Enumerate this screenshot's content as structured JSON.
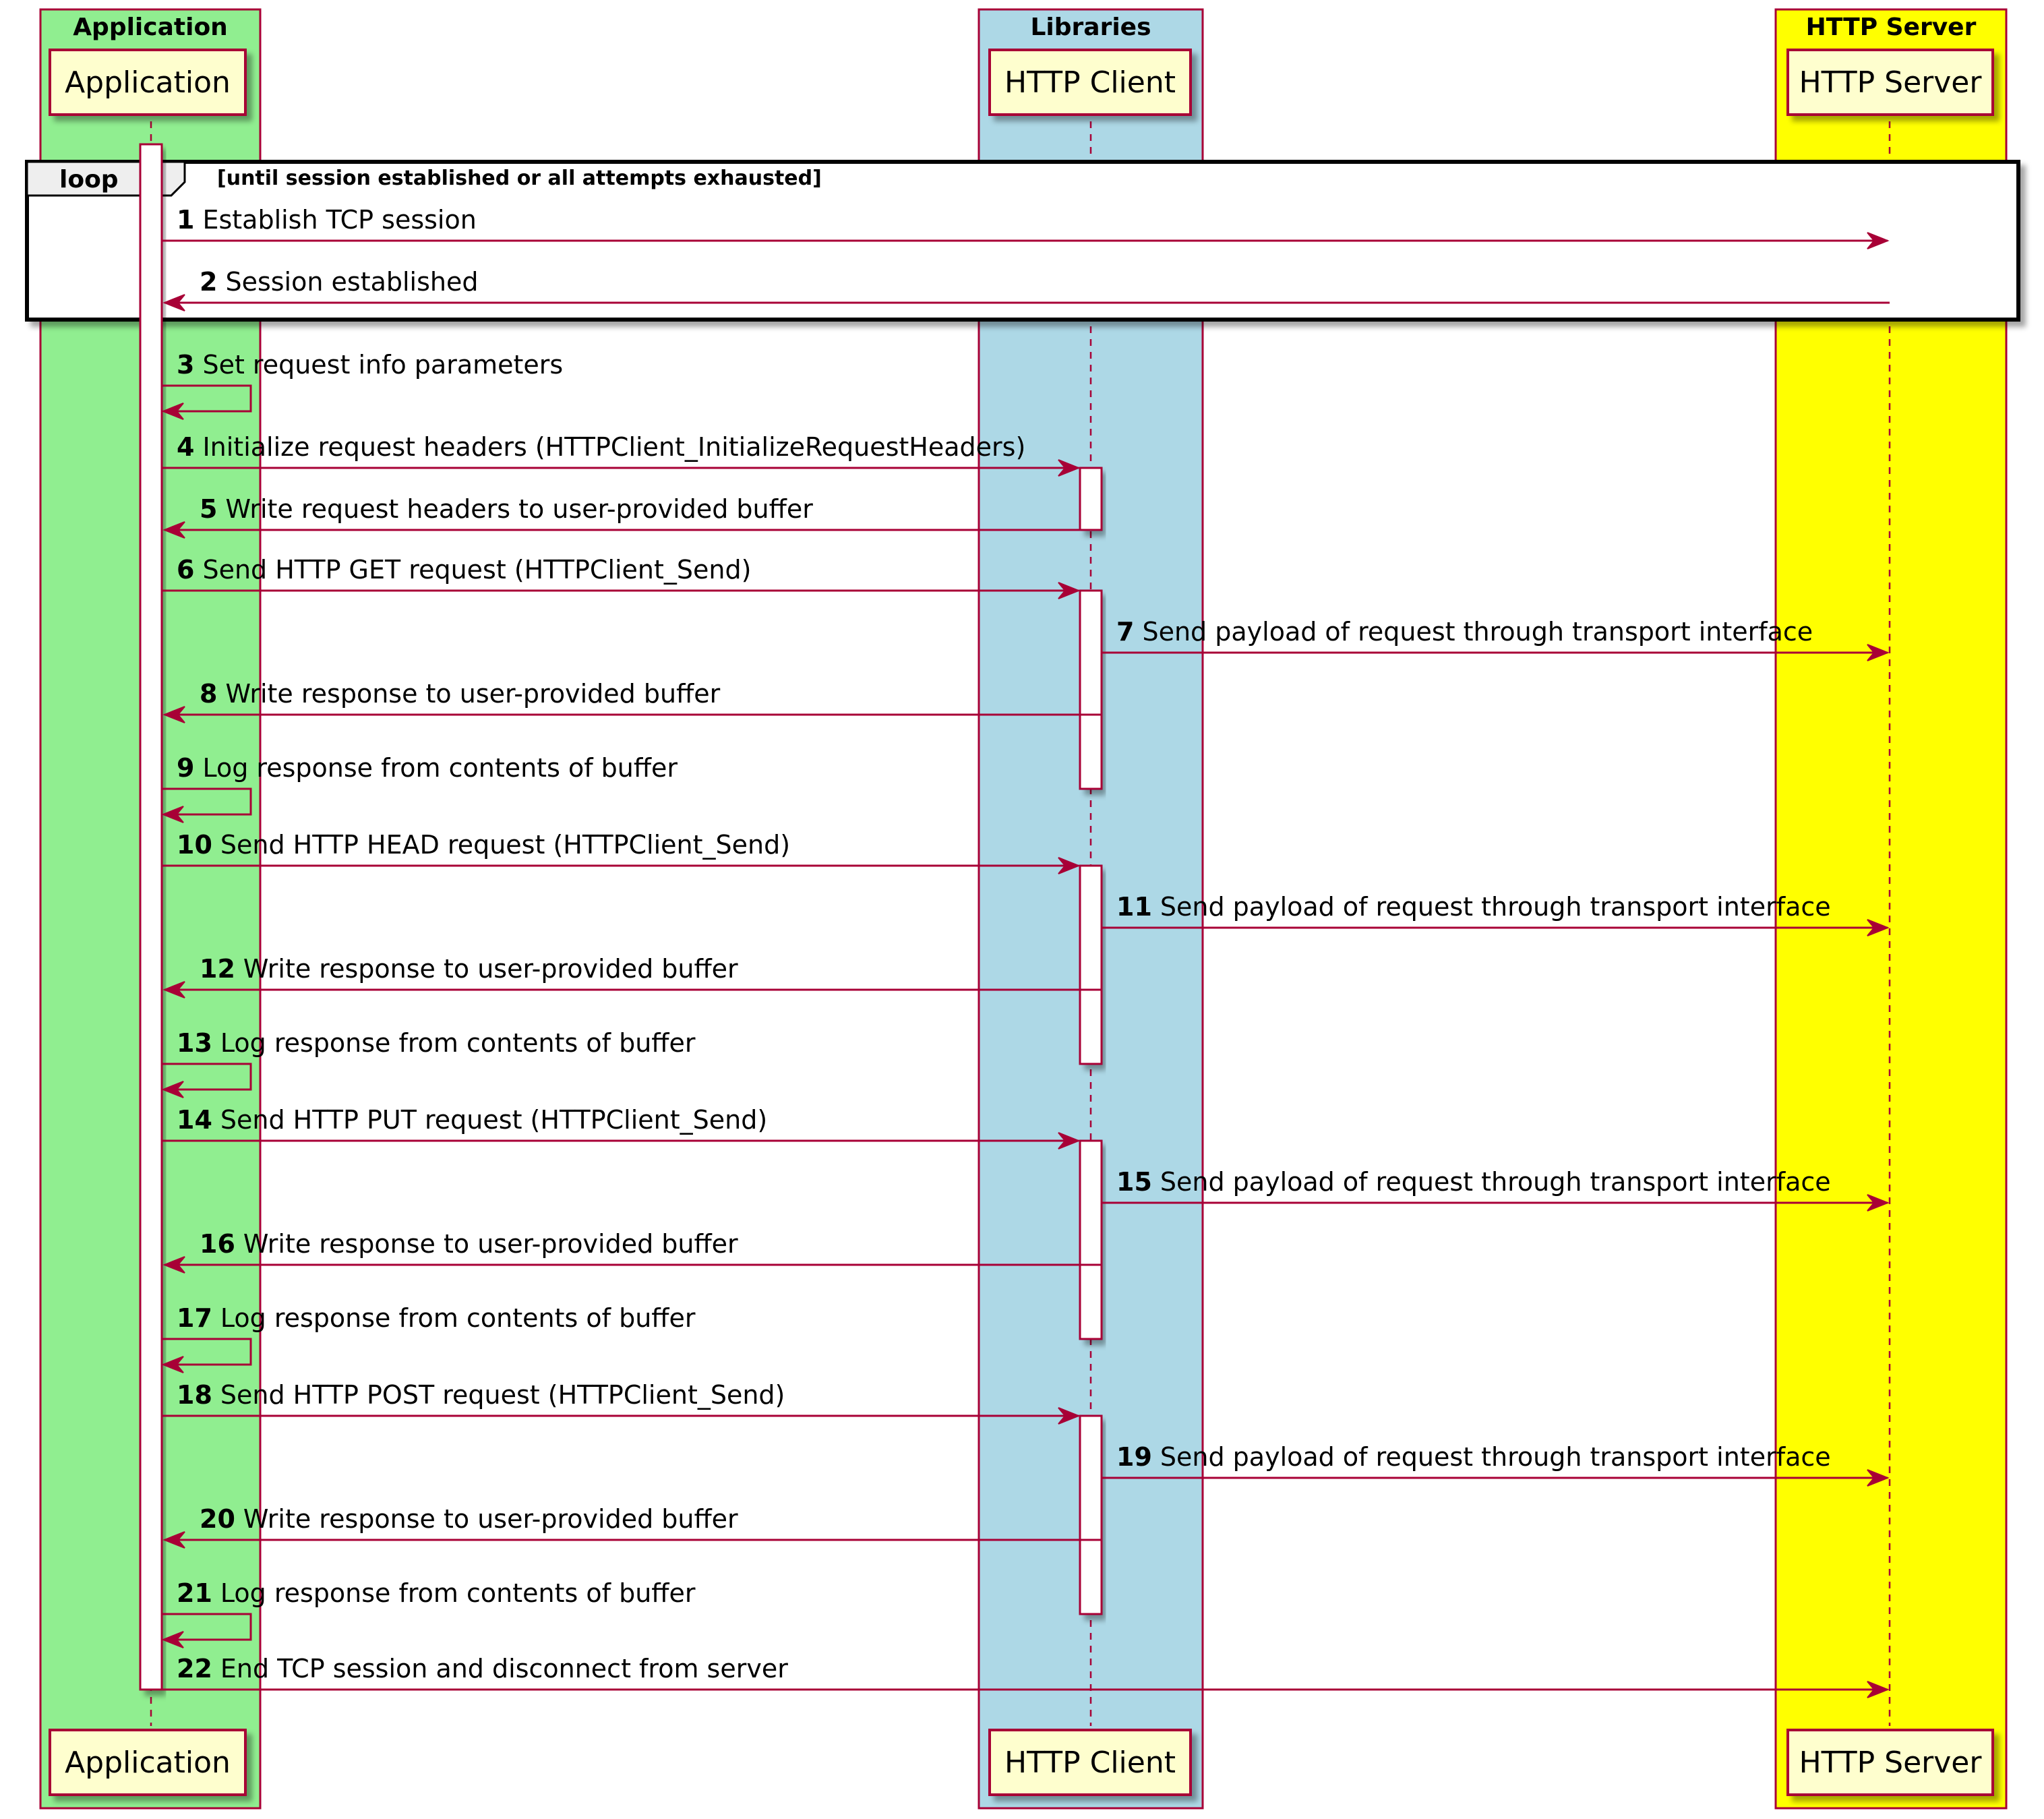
{
  "colors": {
    "application_box": "#90EE90",
    "libraries_box": "#ADD8E6",
    "server_box": "#FFFF00",
    "line": "#A80036",
    "participant_fill": "#FEFECE",
    "activation_fill": "#FFFFFF"
  },
  "boxes": {
    "application": {
      "title": "Application"
    },
    "libraries": {
      "title": "Libraries"
    },
    "server": {
      "title": "HTTP Server"
    }
  },
  "participants": {
    "application": {
      "label": "Application"
    },
    "client": {
      "label": "HTTP Client"
    },
    "server": {
      "label": "HTTP Server"
    }
  },
  "loop": {
    "tag": "loop",
    "guard": "[until session established or all attempts exhausted]"
  },
  "messages": [
    {
      "num": "1",
      "text": "Establish TCP session",
      "from": "application",
      "to": "server",
      "kind": "call"
    },
    {
      "num": "2",
      "text": "Session established",
      "from": "server",
      "to": "application",
      "kind": "return"
    },
    {
      "num": "3",
      "text": "Set request info parameters",
      "from": "application",
      "to": "application",
      "kind": "self"
    },
    {
      "num": "4",
      "text": "Initialize request headers (HTTPClient_InitializeRequestHeaders)",
      "from": "application",
      "to": "client",
      "kind": "call"
    },
    {
      "num": "5",
      "text": "Write request headers to user-provided buffer",
      "from": "client",
      "to": "application",
      "kind": "return"
    },
    {
      "num": "6",
      "text": "Send HTTP GET request (HTTPClient_Send)",
      "from": "application",
      "to": "client",
      "kind": "call"
    },
    {
      "num": "7",
      "text": "Send payload of request through transport interface",
      "from": "client",
      "to": "server",
      "kind": "call"
    },
    {
      "num": "8",
      "text": "Write response to user-provided buffer",
      "from": "client",
      "to": "application",
      "kind": "return"
    },
    {
      "num": "9",
      "text": "Log response from contents of buffer",
      "from": "application",
      "to": "application",
      "kind": "self"
    },
    {
      "num": "10",
      "text": "Send HTTP HEAD request (HTTPClient_Send)",
      "from": "application",
      "to": "client",
      "kind": "call"
    },
    {
      "num": "11",
      "text": "Send payload of request through transport interface",
      "from": "client",
      "to": "server",
      "kind": "call"
    },
    {
      "num": "12",
      "text": "Write response to user-provided buffer",
      "from": "client",
      "to": "application",
      "kind": "return"
    },
    {
      "num": "13",
      "text": "Log response from contents of buffer",
      "from": "application",
      "to": "application",
      "kind": "self"
    },
    {
      "num": "14",
      "text": "Send HTTP PUT request (HTTPClient_Send)",
      "from": "application",
      "to": "client",
      "kind": "call"
    },
    {
      "num": "15",
      "text": "Send payload of request through transport interface",
      "from": "client",
      "to": "server",
      "kind": "call"
    },
    {
      "num": "16",
      "text": "Write response to user-provided buffer",
      "from": "client",
      "to": "application",
      "kind": "return"
    },
    {
      "num": "17",
      "text": "Log response from contents of buffer",
      "from": "application",
      "to": "application",
      "kind": "self"
    },
    {
      "num": "18",
      "text": "Send HTTP POST request (HTTPClient_Send)",
      "from": "application",
      "to": "client",
      "kind": "call"
    },
    {
      "num": "19",
      "text": "Send payload of request through transport interface",
      "from": "client",
      "to": "server",
      "kind": "call"
    },
    {
      "num": "20",
      "text": "Write response to user-provided buffer",
      "from": "client",
      "to": "application",
      "kind": "return"
    },
    {
      "num": "21",
      "text": "Log response from contents of buffer",
      "from": "application",
      "to": "application",
      "kind": "self"
    },
    {
      "num": "22",
      "text": "End TCP session and disconnect from server",
      "from": "application",
      "to": "server",
      "kind": "call"
    }
  ]
}
